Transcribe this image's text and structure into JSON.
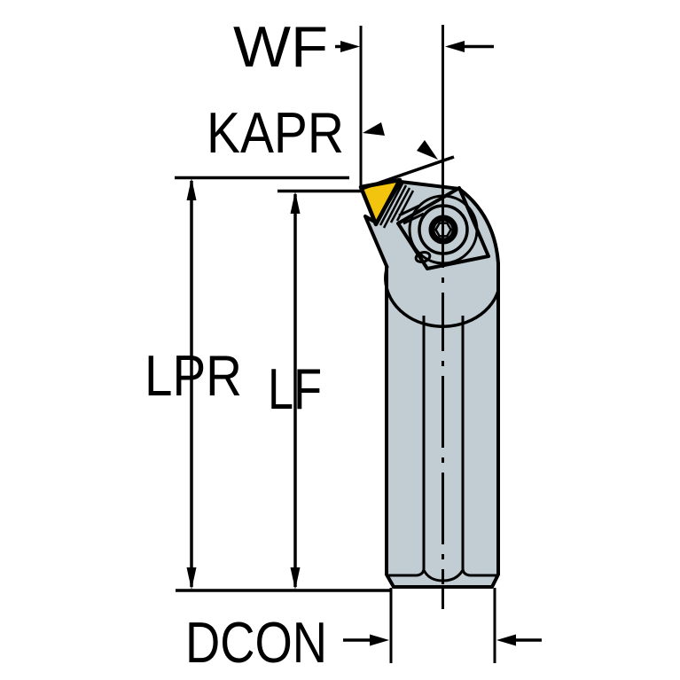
{
  "diagram": {
    "kind": "tool-holder-dimension-drawing",
    "labels": {
      "wf": "WF",
      "kapr": "KAPR",
      "lpr": "LPR",
      "lf": "LF",
      "dcon": "DCON"
    },
    "colors": {
      "background": "#ffffff",
      "line": "#000000",
      "tool_body": "#c2cdd3",
      "insert": "#f2c40e"
    }
  }
}
